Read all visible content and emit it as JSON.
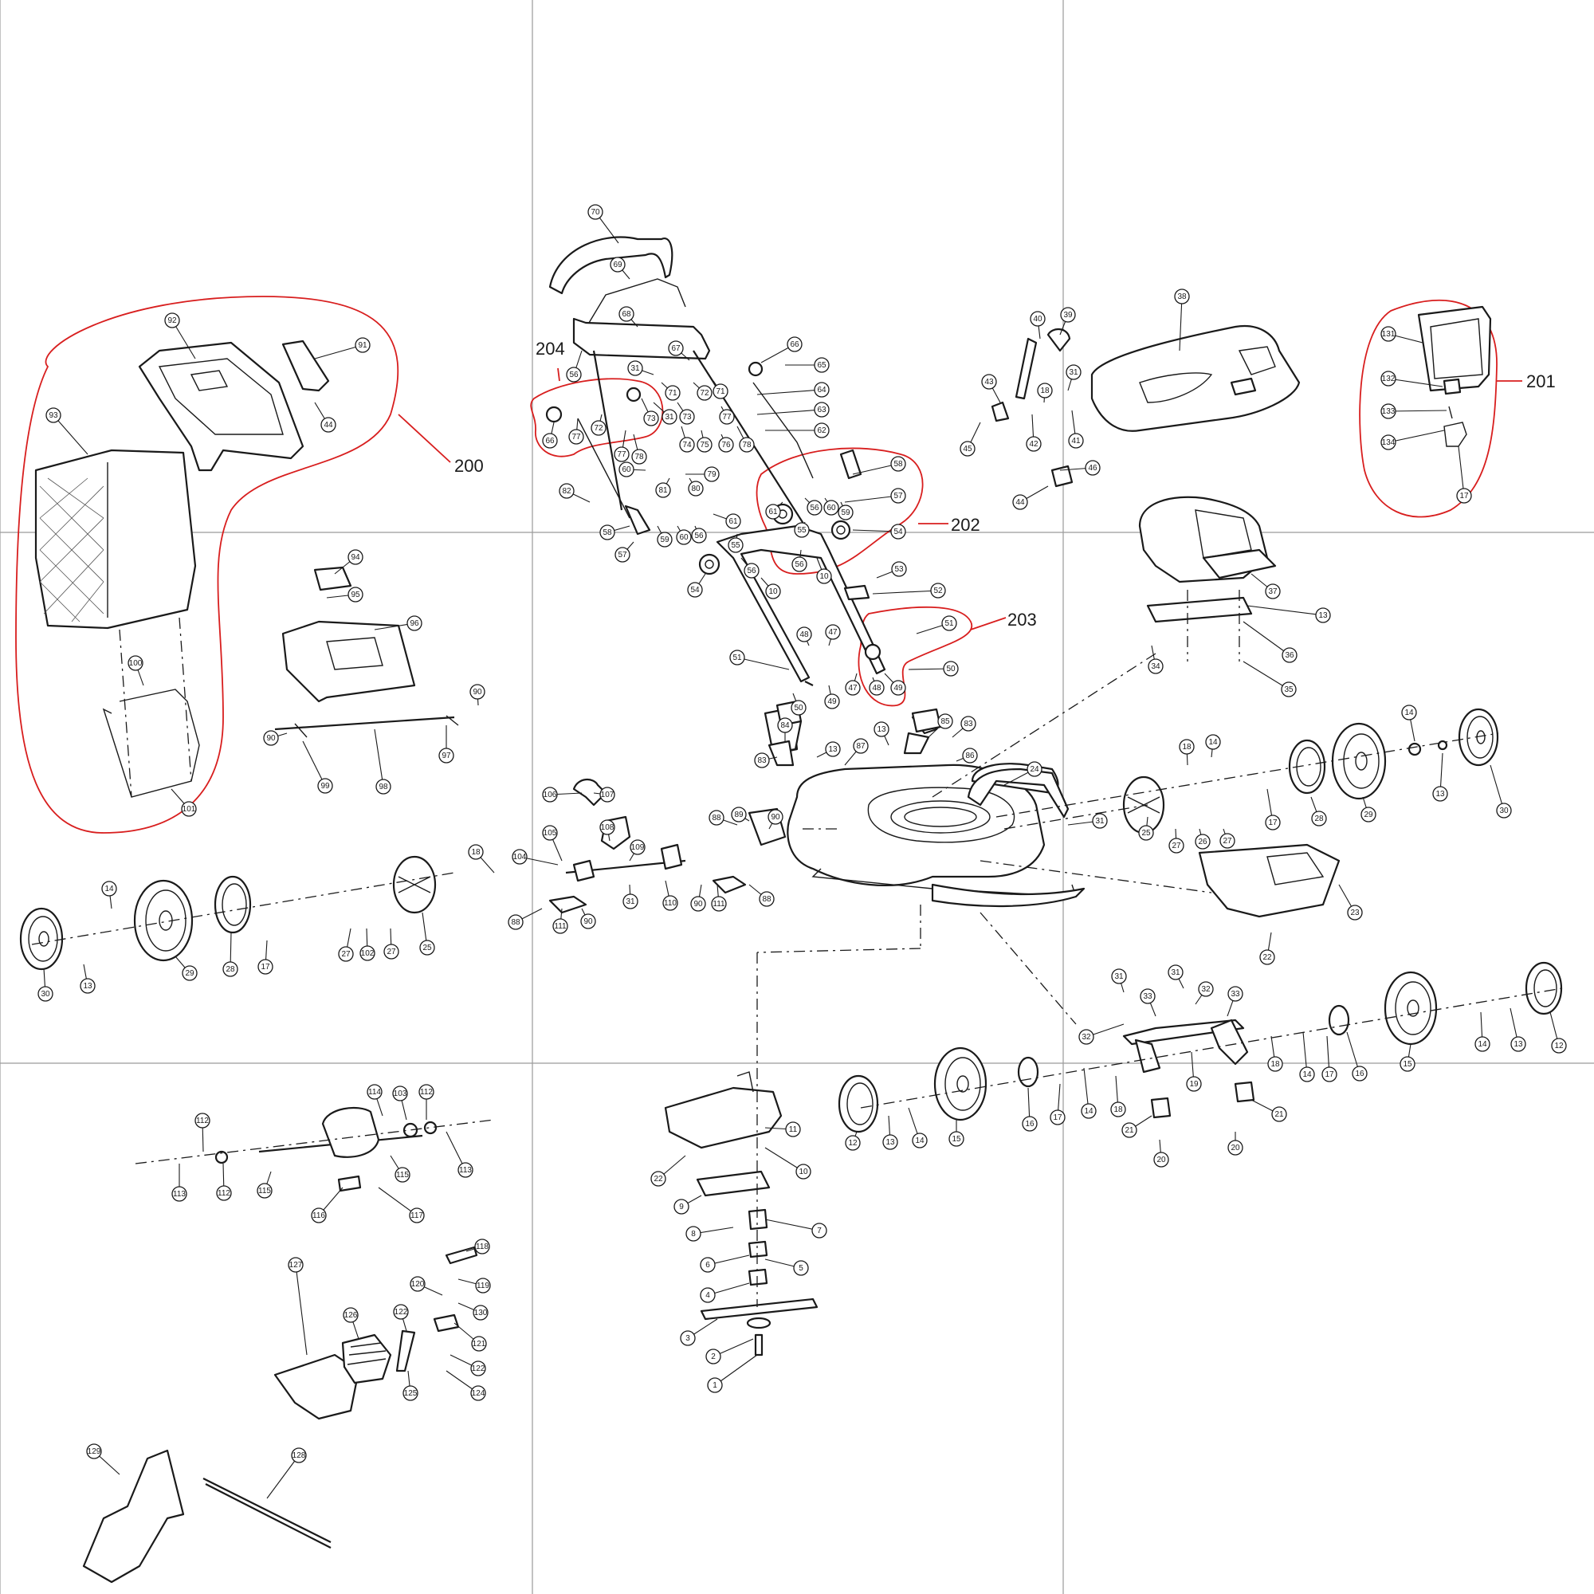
{
  "group_labels": {
    "g200": "200",
    "g201": "201",
    "g202": "202",
    "g203": "203",
    "g204": "204"
  },
  "callouts": {
    "c70": "70",
    "c69": "69",
    "c68": "68",
    "c67": "67",
    "c66a": "66",
    "c65": "65",
    "c64": "64",
    "c63": "63",
    "c62": "62",
    "c31a": "31",
    "c56a": "56",
    "c66b": "66",
    "c77a": "77",
    "c72a": "72",
    "c73a": "73",
    "c31b": "31",
    "c71a": "71",
    "c72b": "72",
    "c73b": "73",
    "c71b": "71",
    "c77b": "77",
    "c74": "74",
    "c75": "75",
    "c76": "76",
    "c78a": "78",
    "c77c": "77",
    "c78b": "78",
    "c79": "79",
    "c60a": "60",
    "c81": "81",
    "c80": "80",
    "c82": "82",
    "c58a": "58",
    "c59a": "59",
    "c60b": "60",
    "c56b": "56",
    "c61a": "61",
    "c57a": "57",
    "c58b": "58",
    "c57b": "57",
    "c61b": "61",
    "c56c": "56",
    "c60c": "60",
    "c59b": "59",
    "c55a": "55",
    "c56d": "56",
    "c10a": "10",
    "c54a": "54",
    "c55b": "55",
    "c56e": "56",
    "c10b": "10",
    "c54b": "54",
    "c53": "53",
    "c52": "52",
    "c51a": "51",
    "c50a": "50",
    "c51b": "51",
    "c48a": "48",
    "c47a": "47",
    "c47b": "47",
    "c48b": "48",
    "c49a": "49",
    "c49b": "49",
    "c50b": "50",
    "c92": "92",
    "c91": "91",
    "c44a": "44",
    "c93": "93",
    "c94": "94",
    "c95": "95",
    "c96": "96",
    "c100": "100",
    "c101": "101",
    "c90a": "90",
    "c90b": "90",
    "c97": "97",
    "c98": "98",
    "c99": "99",
    "c40": "40",
    "c39": "39",
    "c38": "38",
    "c43": "43",
    "c31c": "31",
    "c18a": "18",
    "c45": "45",
    "c42": "42",
    "c41": "41",
    "c46": "46",
    "c44b": "44",
    "c131": "131",
    "c132": "132",
    "c133": "133",
    "c134": "134",
    "c17a": "17",
    "c37": "37",
    "c13a": "13",
    "c36": "36",
    "c34": "34",
    "c35": "35",
    "c84": "84",
    "c83a": "83",
    "c13b": "13",
    "c87": "87",
    "c13c": "13",
    "c85": "85",
    "c83b": "83",
    "c86": "86",
    "c88a": "88",
    "c89": "89",
    "c90c": "90",
    "c24": "24",
    "c31d": "31",
    "c18b": "18",
    "c14a": "14",
    "c17b": "17",
    "c25a": "25",
    "c27a": "27",
    "c26": "26",
    "c27b": "27",
    "c28a": "28",
    "c29a": "29",
    "c14b": "14",
    "c13d": "13",
    "c30a": "30",
    "c23": "23",
    "c22a": "22",
    "c106": "106",
    "c107": "107",
    "c105": "105",
    "c108": "108",
    "c104": "104",
    "c109": "109",
    "c18c": "18",
    "c31e": "31",
    "c110": "110",
    "c88b": "88",
    "c111a": "111",
    "c90d": "90",
    "c90e": "90",
    "c111b": "111",
    "c88c": "88",
    "c14c": "14",
    "c30b": "30",
    "c13e": "13",
    "c29b": "29",
    "c28b": "28",
    "c17c": "17",
    "c27c": "27",
    "c102": "102",
    "c27d": "27",
    "c25b": "25",
    "c31f": "31",
    "c33a": "33",
    "c31g": "31",
    "c32a": "32",
    "c33b": "33",
    "c32b": "32",
    "c16a": "16",
    "c17d": "17",
    "c14d": "14",
    "c18d": "18",
    "c19": "19",
    "c18e": "18",
    "c21a": "21",
    "c21b": "21",
    "c20a": "20",
    "c20b": "20",
    "c14e": "14",
    "c17e": "17",
    "c16b": "16",
    "c15a": "15",
    "c14f": "14",
    "c13f": "13",
    "c12a": "12",
    "c12b": "12",
    "c13g": "13",
    "c14g": "14",
    "c15b": "15",
    "c11": "11",
    "c10c": "10",
    "c22b": "22",
    "c9": "9",
    "c8": "8",
    "c7": "7",
    "c6": "6",
    "c5": "5",
    "c4": "4",
    "c3": "3",
    "c2": "2",
    "c1": "1",
    "c112a": "112",
    "c114": "114",
    "c113a": "113",
    "c112b": "112",
    "c103": "103",
    "c112c": "112",
    "c113b": "113",
    "c115a": "115",
    "c115b": "115",
    "c116": "116",
    "c117": "117",
    "c118": "118",
    "c119": "119",
    "c120": "120",
    "c130": "130",
    "c127": "127",
    "c126": "126",
    "c122a": "122",
    "c121": "121",
    "c125": "125",
    "c122b": "122",
    "c124": "124",
    "c129": "129",
    "c128": "128"
  }
}
